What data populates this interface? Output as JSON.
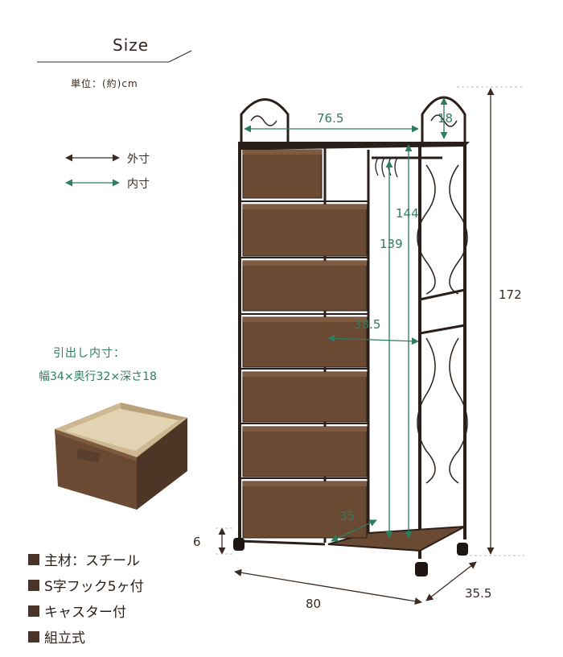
{
  "header": {
    "title": "Size",
    "unit_label": "単位：(約)cm"
  },
  "legend": {
    "outer_label": "外寸",
    "inner_label": "内寸"
  },
  "drawer_inner": {
    "title": "引出し内寸：",
    "dims": "幅34×奥行32×深さ18"
  },
  "specs": [
    "主材：スチール",
    "S字フック5ヶ付",
    "キャスター付",
    "組立式"
  ],
  "dimensions": {
    "total_height": "172",
    "width": "80",
    "depth": "35.5",
    "caster_height": "6",
    "inner_width": "76.5",
    "arch_height": "18",
    "hang_height_144": "144",
    "hang_height_139": "139",
    "hang_width": "38.5",
    "hang_depth": "35"
  },
  "colors": {
    "outer_dim": "#3a2a22",
    "inner_dim": "#2e7d5e",
    "frame": "#2a1f1a",
    "drawer": "#6b4a34",
    "box_inner": "#d8c7a4"
  }
}
